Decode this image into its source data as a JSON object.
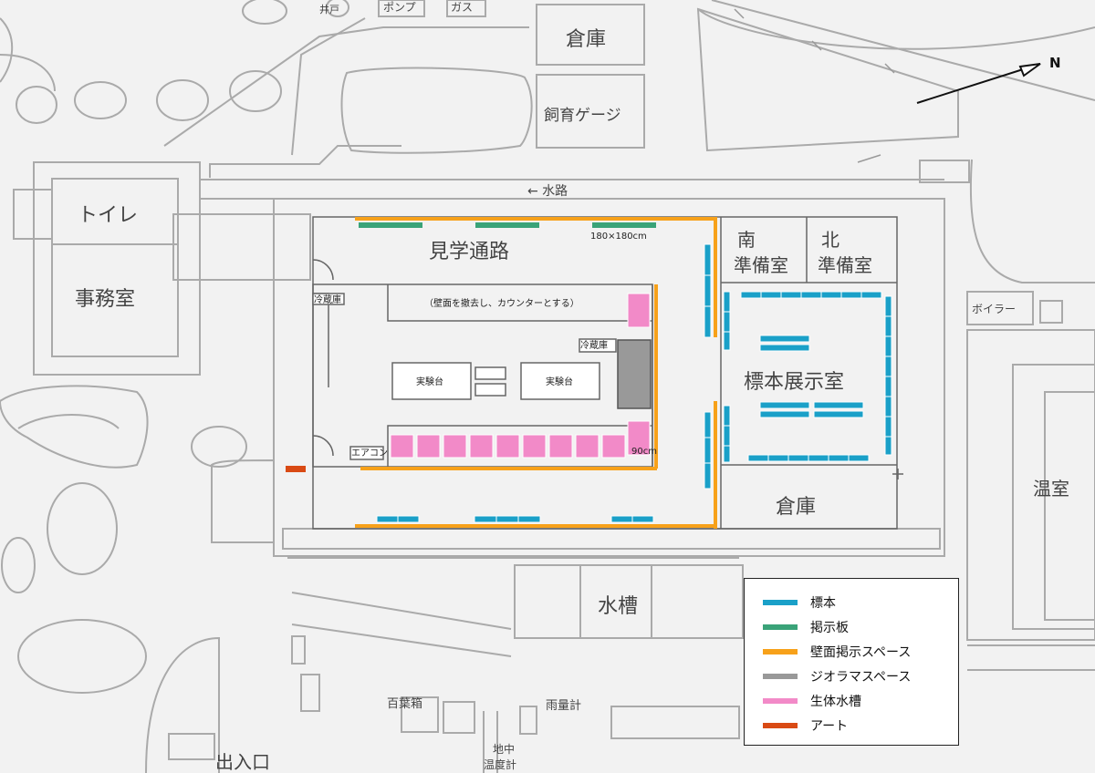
{
  "colors": {
    "specimen": "#1aa0c8",
    "bulletin_board": "#3aa378",
    "wall_display": "#f7a11a",
    "diorama": "#999999",
    "aquarium": "#f28ac8",
    "art": "#d94a14"
  },
  "rooms": {
    "storage_top": "倉庫",
    "breeding_cage": "飼育ゲージ",
    "toilet": "トイレ",
    "office": "事務室",
    "tour_passage": "見学通路",
    "south_prep_1": "南",
    "south_prep_2": "準備室",
    "north_prep_1": "北",
    "north_prep_2": "準備室",
    "specimen_room": "標本展示室",
    "storage_bottom": "倉庫",
    "water_tank": "水槽",
    "greenhouse": "温室",
    "boiler": "ボイラー",
    "entrance": "出入口",
    "well": "井戸",
    "gas": "ガス",
    "pump": "ポンプ"
  },
  "labels": {
    "waterway": "← 水路",
    "north": "N",
    "size_note": "180×180cm",
    "counter_note": "（壁面を撤去し、カウンターとする）",
    "fridge_1": "冷蔵庫",
    "fridge_2": "冷蔵庫",
    "lab_table_1": "実験台",
    "lab_table_2": "実験台",
    "aircon": "エアコン",
    "depth_90": "90cm",
    "hyakuyoubako": "百葉箱",
    "rain_gauge": "雨量計",
    "ground_thermo_1": "地中",
    "ground_thermo_2": "温度計"
  },
  "legend": {
    "items": [
      {
        "label": "標本",
        "color": "#1aa0c8"
      },
      {
        "label": "掲示板",
        "color": "#3aa378"
      },
      {
        "label": "壁面掲示スペース",
        "color": "#f7a11a"
      },
      {
        "label": "ジオラマスペース",
        "color": "#999999"
      },
      {
        "label": "生体水槽",
        "color": "#f28ac8"
      },
      {
        "label": "アート",
        "color": "#d94a14"
      }
    ]
  }
}
